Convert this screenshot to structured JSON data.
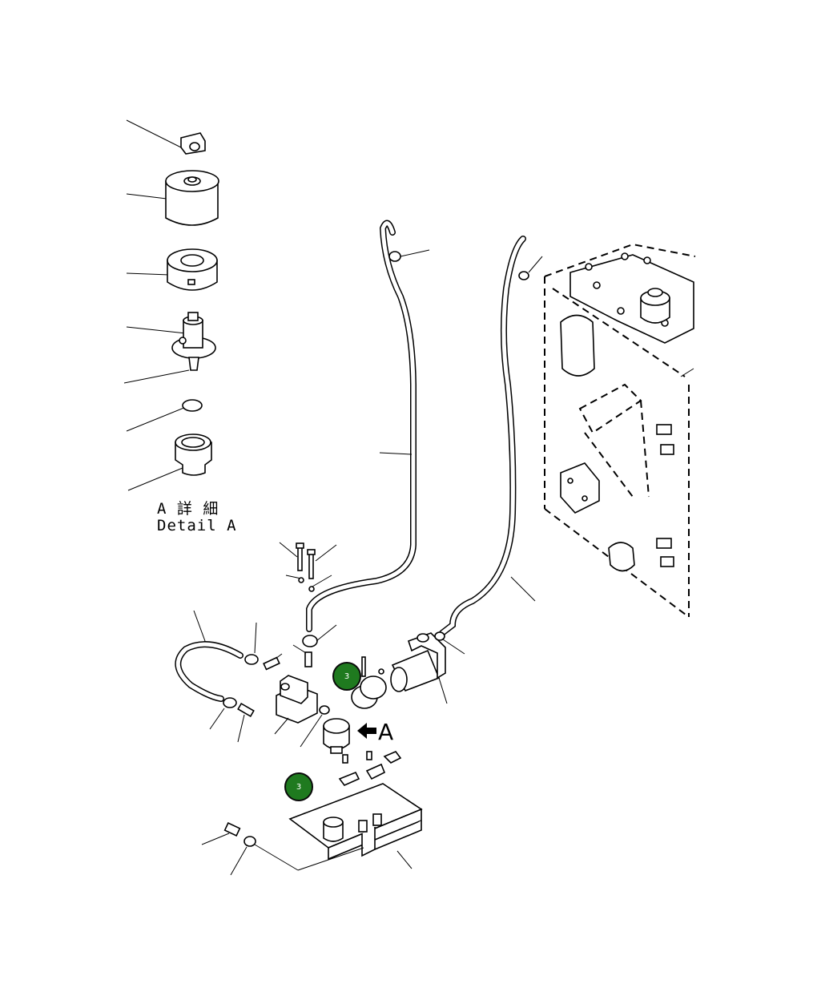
{
  "detail_label": {
    "jp": "A 詳 細",
    "en": "Detail A"
  },
  "view_arrow_letter": "A",
  "callouts": [
    {
      "id": "callout-1",
      "number": "3"
    },
    {
      "id": "callout-2",
      "number": "3"
    }
  ],
  "colors": {
    "callout_fill": "#1f7a1f",
    "line": "#000000",
    "background": "#ffffff"
  }
}
